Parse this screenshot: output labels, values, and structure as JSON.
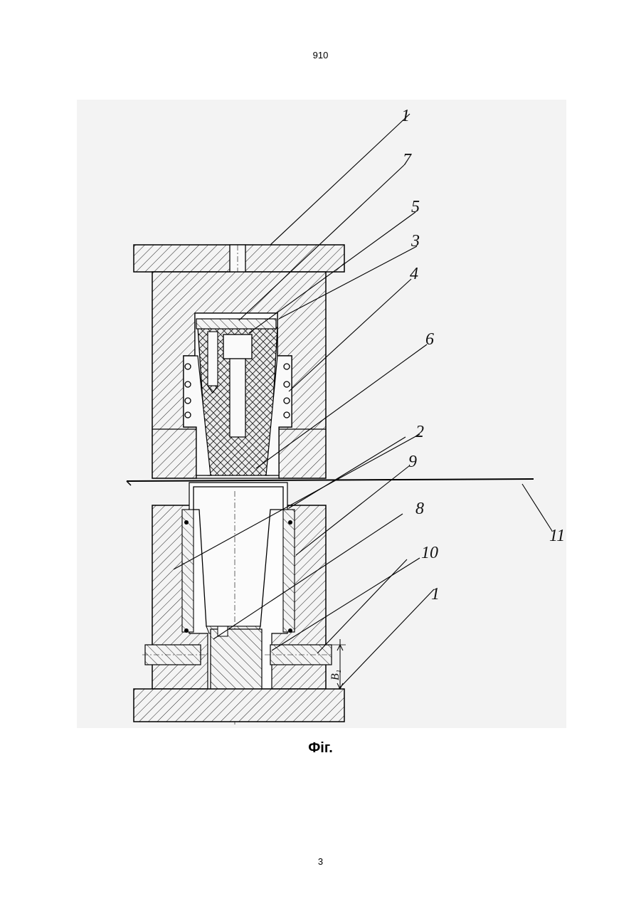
{
  "header": {
    "doc_number": "910"
  },
  "figure": {
    "caption": "Фіг.",
    "callouts": {
      "c1_top": "1",
      "c7": "7",
      "c5": "5",
      "c3": "3",
      "c4": "4",
      "c6": "6",
      "c2": "2",
      "c9": "9",
      "c8": "8",
      "c10": "10",
      "c11": "11",
      "c1_bottom": "1",
      "dim_b1": "B₁"
    }
  },
  "footer": {
    "page_number": "3"
  }
}
